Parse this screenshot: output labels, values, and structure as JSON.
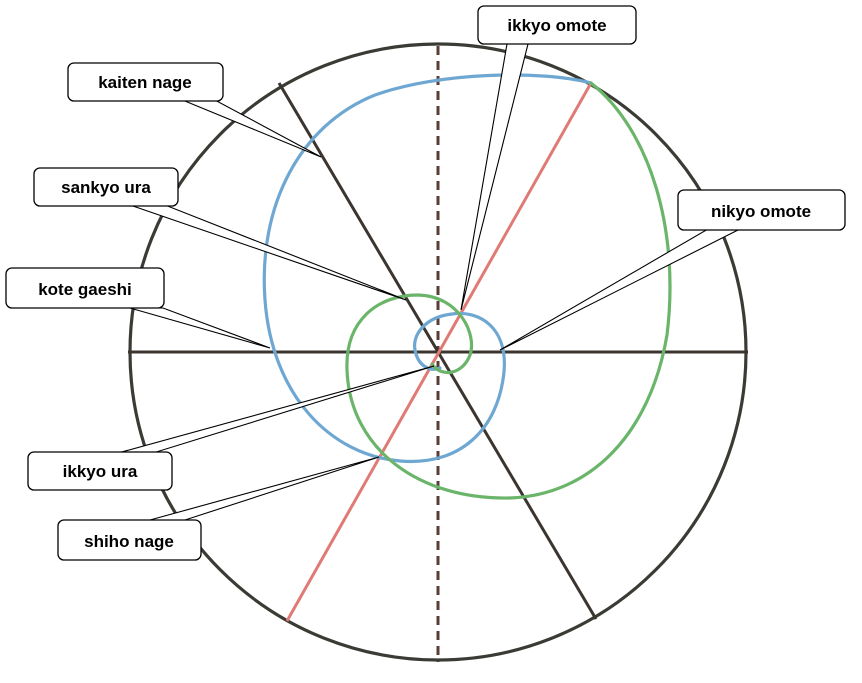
{
  "colors": {
    "outer_circle": "#3b3b35",
    "axis_lines": "#3b3530",
    "vertical_dashed": "#5a3d34",
    "blue_spiral": "#6ea7d2",
    "green_spiral": "#6bb56a",
    "red_line": "#e07a74",
    "callout_border": "#000000",
    "callout_fill": "#ffffff"
  },
  "labels": {
    "ikkyo_omote": "ikkyo omote",
    "kaiten_nage": "kaiten nage",
    "sankyo_ura": "sankyo ura",
    "nikyo_omote": "nikyo omote",
    "kote_gaeshi": "kote gaeshi",
    "ikkyo_ura": "ikkyo ura",
    "shiho_nage": "shiho nage"
  }
}
